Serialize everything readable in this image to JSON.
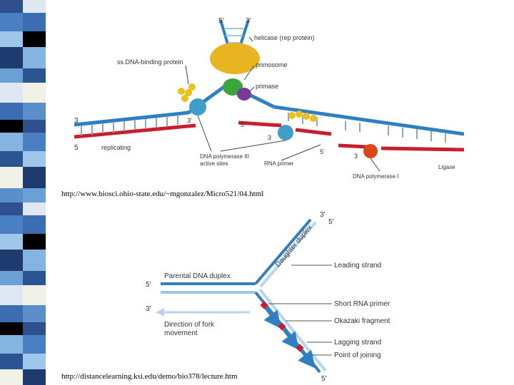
{
  "colors": {
    "stripe": [
      "#2f4f8f",
      "#4a7fc4",
      "#9ec7ea",
      "#1e3a6e",
      "#6aa0d6",
      "#dfe8f2",
      "#3b6db0",
      "#000000",
      "#86b4e0",
      "#2b5592",
      "#f1f1e8",
      "#5b8fcc"
    ],
    "strand_blue": "#2f7fc1",
    "strand_red": "#c81e2e",
    "helicase": "#e8b422",
    "primosome": "#3aa53a",
    "primase": "#7a3a9c",
    "polIII": "#3f9fcb",
    "polI": "#d8461a"
  },
  "figure1": {
    "labels": {
      "top_5": "5'",
      "top_3": "3'",
      "helicase": "helicase (rep protein)",
      "ssbp": "ss.DNA-binding protein",
      "primosome": "primosome",
      "primase": "primase",
      "left_3": "3",
      "left_5": "5",
      "mid_3": "3'",
      "replicating": "replicating",
      "lag_5": "5",
      "lag_3": "3",
      "polIII": "DNA polymerase III",
      "active_sites": "active sites",
      "rna_primer": "RNA primer",
      "right_5": "5'",
      "right_3": "3",
      "polI": "DNA polymerase I",
      "ligase": "Ligase"
    },
    "caption": "http://www.biosci.ohio-state.edu/~mgonzalez/Micro521/04.html"
  },
  "figure2": {
    "labels": {
      "top_3": "3'",
      "top_5": "5'",
      "daughter": "Daughter duplex",
      "parental": "Parental DNA duplex",
      "left_5": "5'",
      "left_3": "3'",
      "direction": "Direction of fork",
      "movement": "movement",
      "leading": "Leading strand",
      "primer": "Short RNA primer",
      "okazaki": "Okazaki fragment",
      "lagging": "Lagging strand",
      "joining": "Point of joining",
      "bottom_5": "5'"
    },
    "caption": "http://distancelearning.ksi.edu/demo/bio378/lecture.htm"
  }
}
